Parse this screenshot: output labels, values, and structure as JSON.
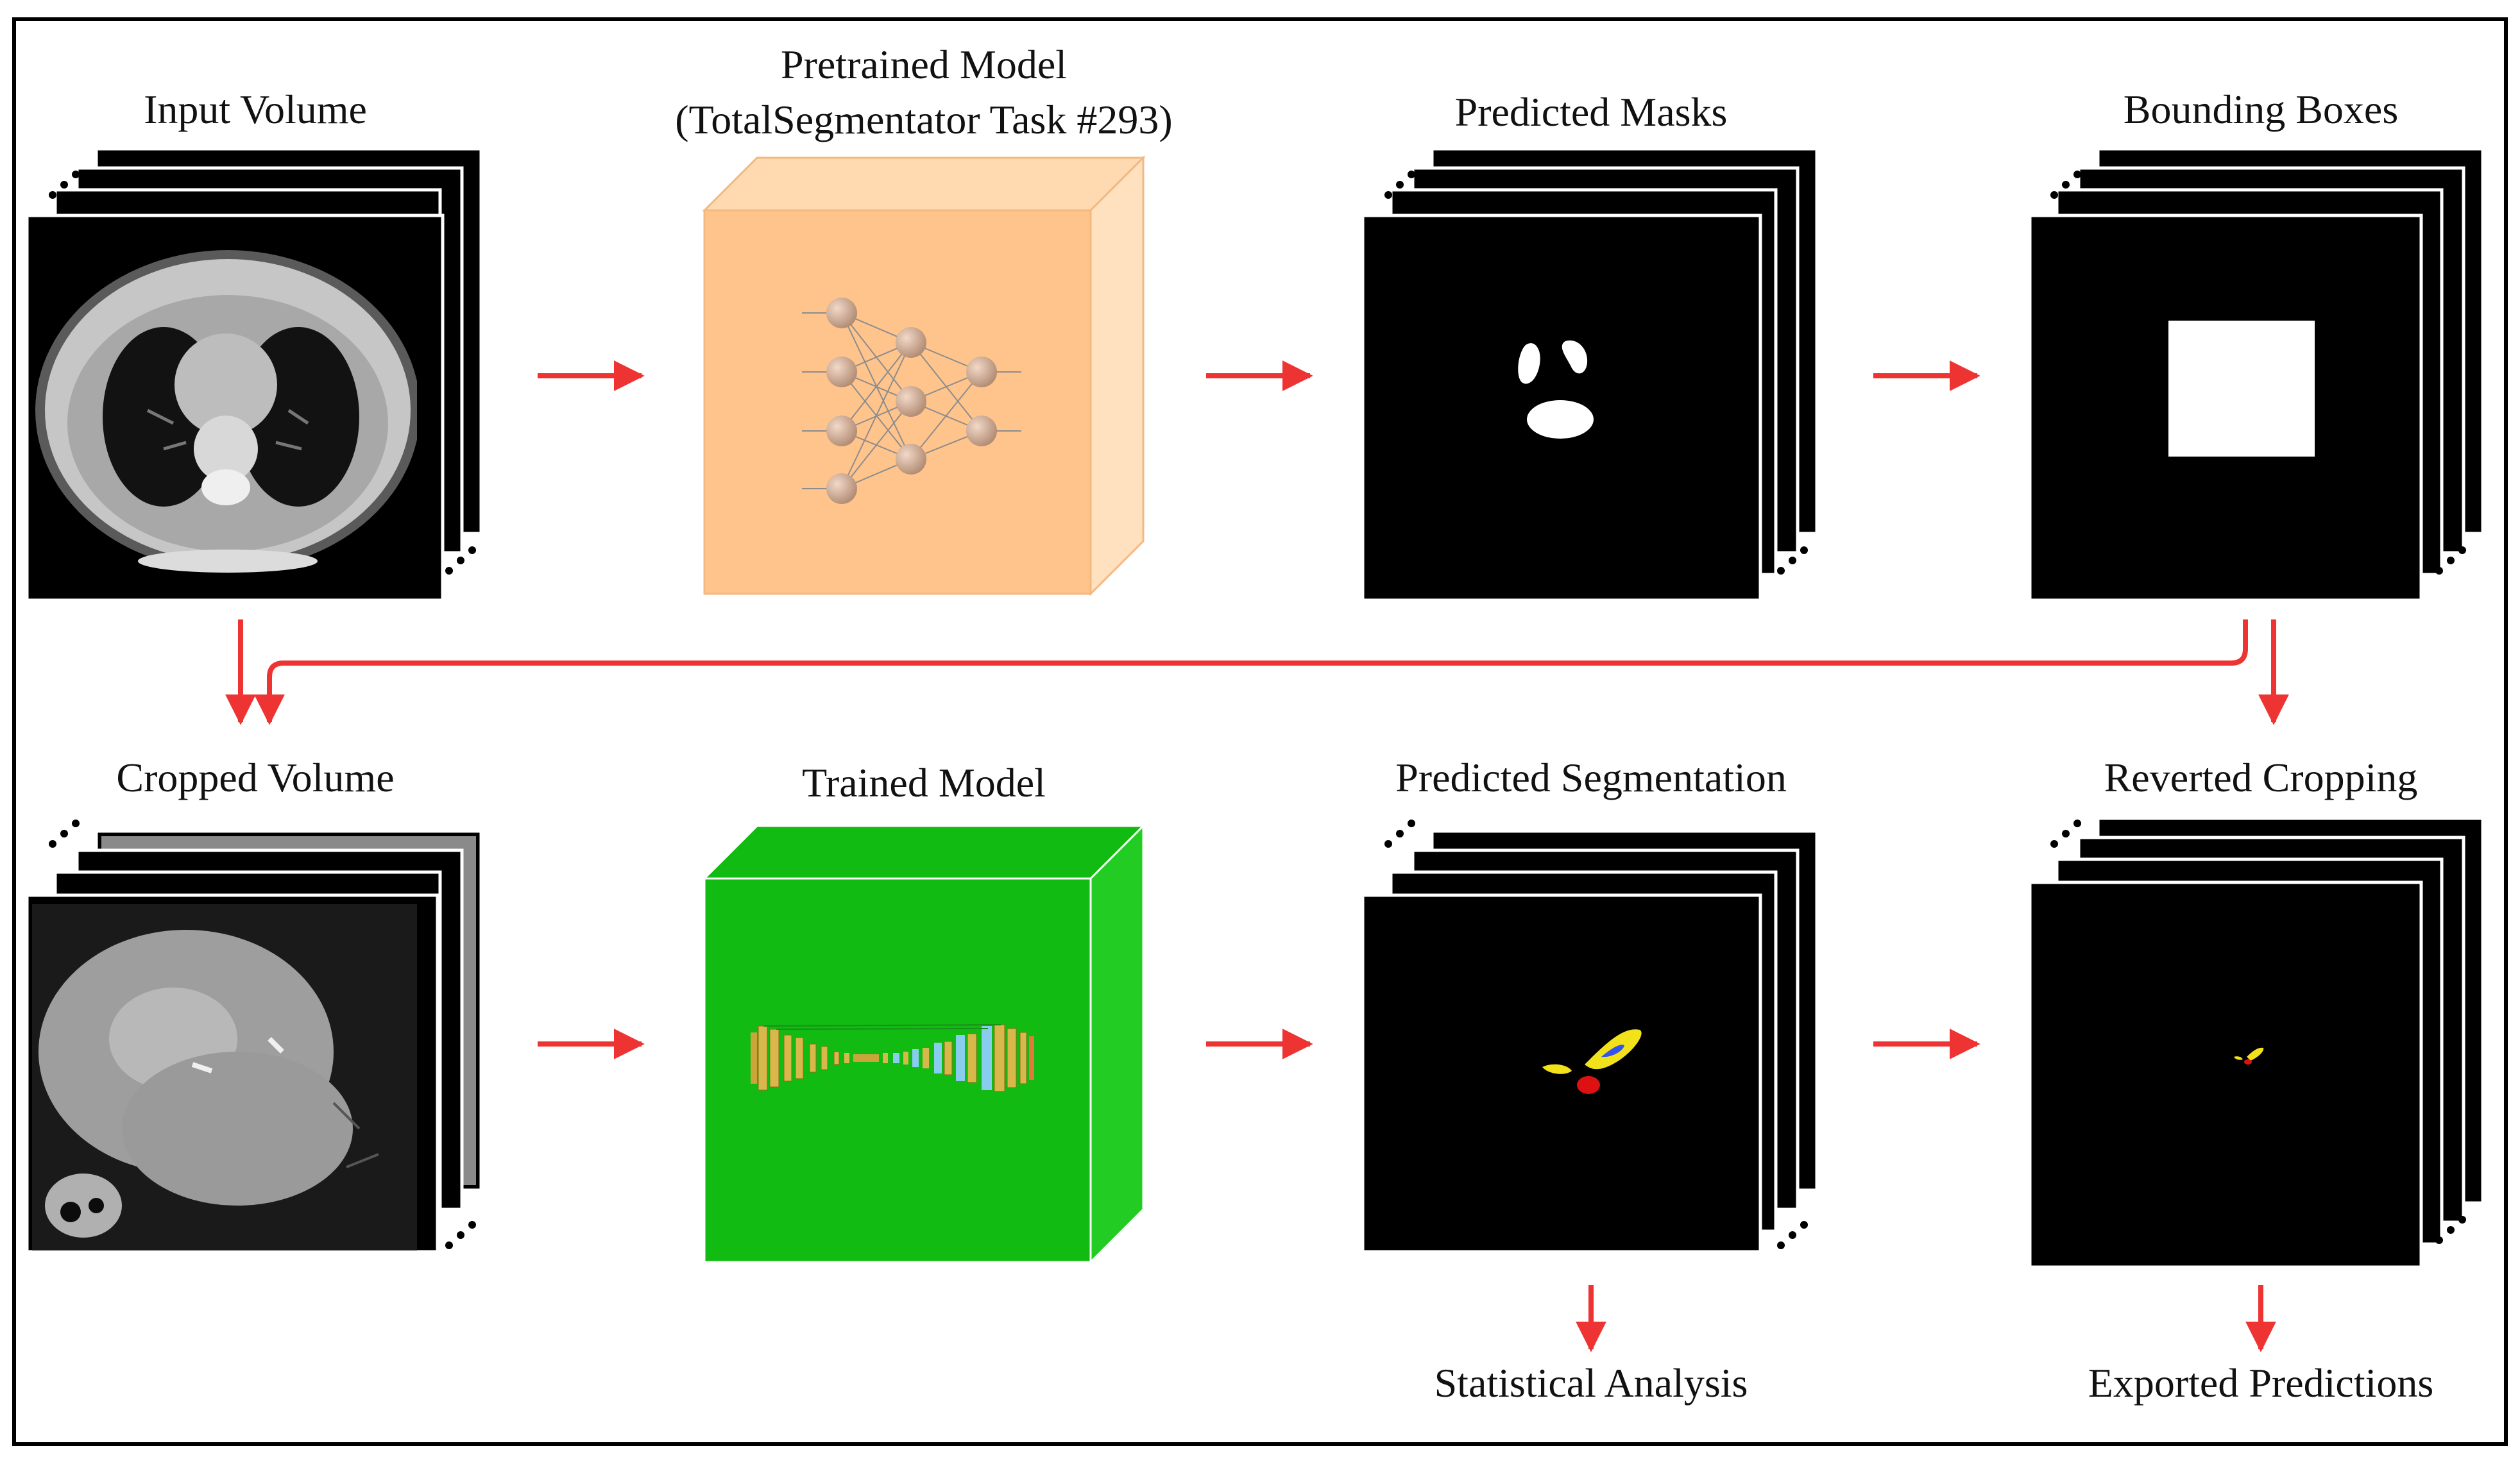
{
  "stages": {
    "input_volume": "Input Volume",
    "pretrained_model_line1": "Pretrained Model",
    "pretrained_model_line2": "(TotalSegmentator Task #293)",
    "predicted_masks": "Predicted Masks",
    "bounding_boxes": "Bounding Boxes",
    "cropped_volume": "Cropped Volume",
    "trained_model": "Trained Model",
    "predicted_segmentation": "Predicted Segmentation",
    "reverted_cropping": "Reverted Cropping"
  },
  "outputs": {
    "statistical_analysis": "Statistical Analysis",
    "exported_predictions": "Exported Predictions"
  },
  "colors": {
    "arrow": "#ee3333",
    "pretrained_cube": "#ffc48c",
    "trained_cube": "#11bb11",
    "frame": "#000000",
    "mask": "#ffffff",
    "seg_yellow": "#f2e21a",
    "seg_red": "#dd1111",
    "seg_blue": "#3355ee"
  },
  "icons": {
    "network": "neural-network-icon",
    "unet": "unet-architecture-icon",
    "ellipsis": "ellipsis-dots-icon"
  }
}
